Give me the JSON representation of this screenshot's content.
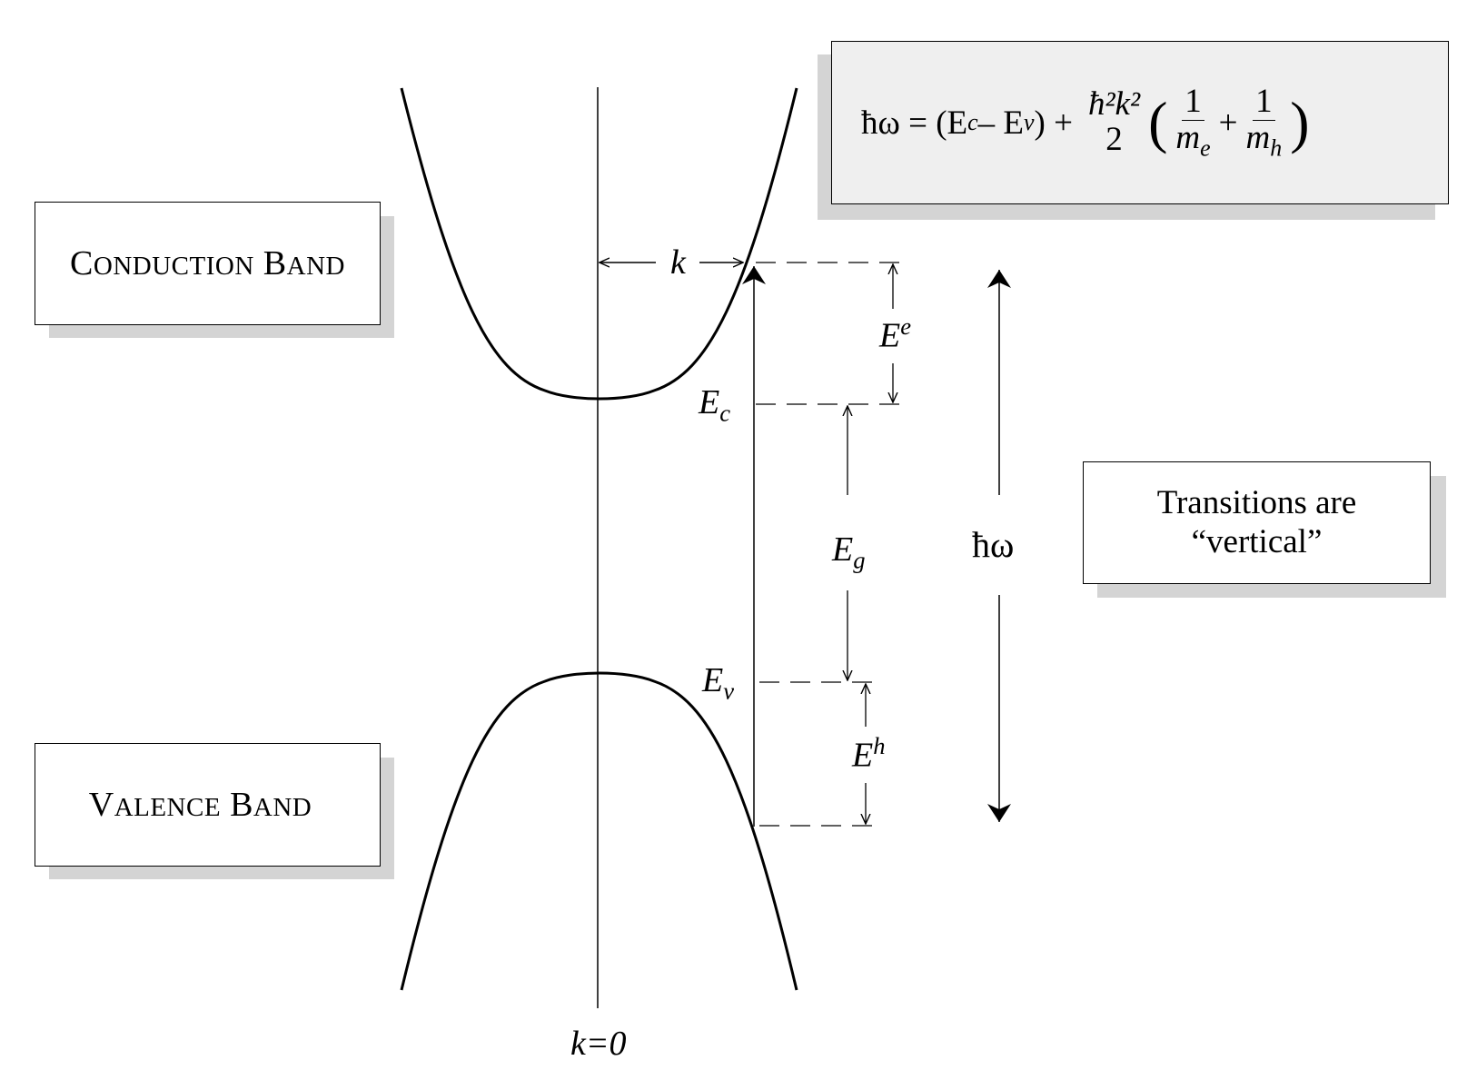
{
  "labels": {
    "conduction_band_first": "C",
    "conduction_band_rest": "ONDUCTION",
    "conduction_band_second": "B",
    "conduction_band_second_rest": "AND",
    "valence_band_first": "V",
    "valence_band_rest": "ALENCE",
    "valence_band_second": "B",
    "valence_band_second_rest": "AND",
    "k": "k",
    "k_zero": "k=0",
    "Ec_main": "E",
    "Ec_sub": "c",
    "Ev_main": "E",
    "Ev_sub": "v",
    "Eg_main": "E",
    "Eg_sub": "g",
    "Ee_main": "E",
    "Ee_sup": "e",
    "Eh_main": "E",
    "Eh_sup": "h",
    "hw": "ħω",
    "transitions_line1": "Transitions are",
    "transitions_line2": "“vertical”"
  },
  "formula": {
    "lhs": "ħω = (E",
    "sub_c": "c",
    "minus": " – E",
    "sub_v": "v",
    "close": ") + ",
    "frac1_num": "ħ²k²",
    "frac1_den": "2",
    "open_paren": "(",
    "frac2_num": "1",
    "frac2_den_main": "m",
    "frac2_den_sub": "e",
    "plus": "+",
    "frac3_num": "1",
    "frac3_den_main": "m",
    "frac3_den_sub": "h",
    "close_paren": ")"
  },
  "colors": {
    "formula_box_bg": "#efefef",
    "shadow": "#d4d4d4",
    "line": "#000000"
  }
}
